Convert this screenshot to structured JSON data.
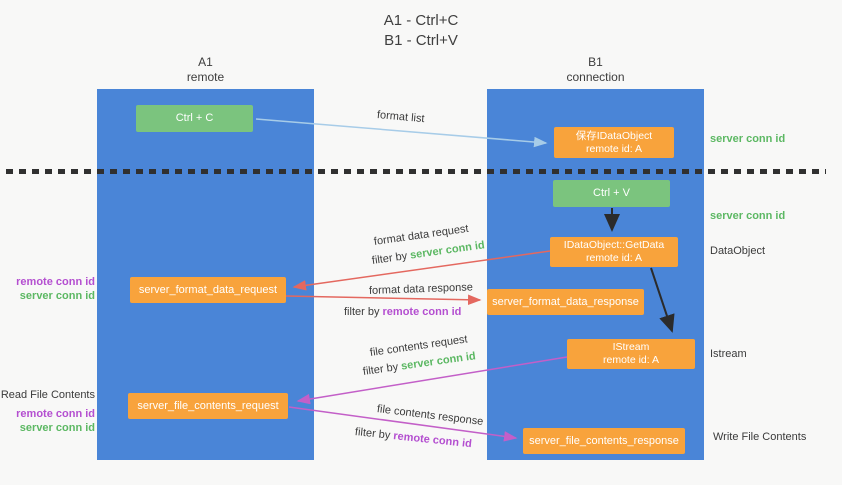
{
  "title": {
    "line1": "A1 - Ctrl+C",
    "line2": "B1 - Ctrl+V"
  },
  "lanes": {
    "left": {
      "title": "A1",
      "subtitle": "remote"
    },
    "right": {
      "title": "B1",
      "subtitle": "connection"
    }
  },
  "nodes": {
    "ctrl_c": {
      "label": "Ctrl + C"
    },
    "save_idataobject": {
      "line1": "保存IDataObject",
      "line2": "remote id: A"
    },
    "ctrl_v": {
      "label": "Ctrl + V"
    },
    "getdata": {
      "line1": "IDataObject::GetData",
      "line2": "remote id: A"
    },
    "format_request": {
      "label": "server_format_data_request"
    },
    "format_response": {
      "label": "server_format_data_response"
    },
    "istream": {
      "line1": "IStream",
      "line2": "remote id: A"
    },
    "file_request": {
      "label": "server_file_contents_request"
    },
    "file_response": {
      "label": "server_file_contents_response"
    }
  },
  "arrow_labels": {
    "format_list": "format list",
    "format_data_request": "format data request",
    "format_data_request_filter": {
      "prefix": "filter by",
      "key": "server conn id"
    },
    "format_data_response": "format data response",
    "format_data_response_filter": {
      "prefix": "filter by",
      "key": "remote conn id"
    },
    "file_contents_request": "file contents request",
    "file_contents_request_filter": {
      "prefix": "filter by",
      "key": "server conn id"
    },
    "file_contents_response": "file contents response",
    "file_contents_response_filter": {
      "prefix": "filter by",
      "key": "remote conn id"
    }
  },
  "side_labels": {
    "left": [
      {
        "text": "remote conn id"
      },
      {
        "text": "server conn id"
      },
      {
        "text": "Read File Contents"
      },
      {
        "text": "remote conn id"
      },
      {
        "text": "server conn id"
      }
    ],
    "right": [
      {
        "text": "server conn id"
      },
      {
        "text": "server conn id"
      },
      {
        "text": "DataObject"
      },
      {
        "text": "Istream"
      },
      {
        "text": "Write File Contents"
      }
    ]
  },
  "colors": {
    "lane_blue": "#4a85d7",
    "box_orange": "#f8a33c",
    "box_green": "#7bc47e",
    "arrow_blue": "#a7cce8",
    "arrow_red": "#e4685f",
    "arrow_magenta": "#c35fc8",
    "text_green": "#5cb863",
    "text_purple": "#b44fd0",
    "text_dark": "#3b3b3b",
    "background": "#f8f8f7"
  }
}
